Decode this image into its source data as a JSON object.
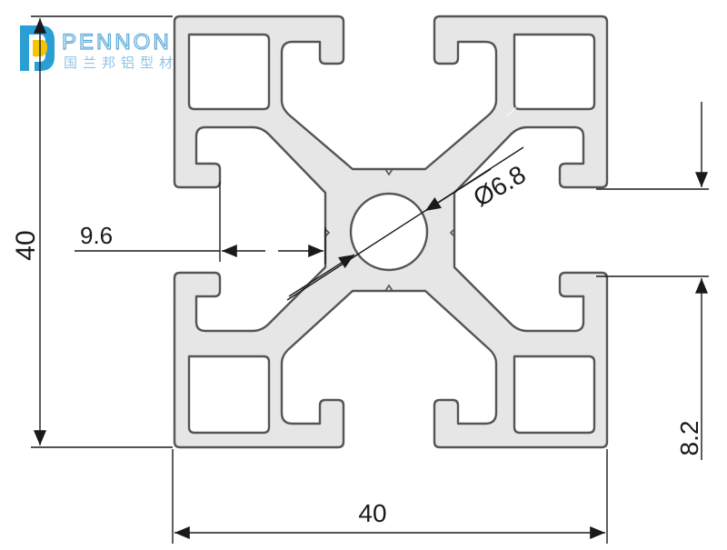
{
  "logo": {
    "brand": "PENNON",
    "subtitle": "国兰邦铝型材",
    "colors": {
      "blue": "#2a9fd6",
      "yellow": "#f5c400",
      "text": "#5aa9d8"
    }
  },
  "drawing": {
    "profile_fill": "#e6e6e6",
    "profile_stroke": "#555555",
    "line_color": "#1a1a1a",
    "dimensions": {
      "height": "40",
      "width": "40",
      "slot_depth": "9.6",
      "bore": "Ø6.8",
      "slot_width": "8.2"
    }
  }
}
